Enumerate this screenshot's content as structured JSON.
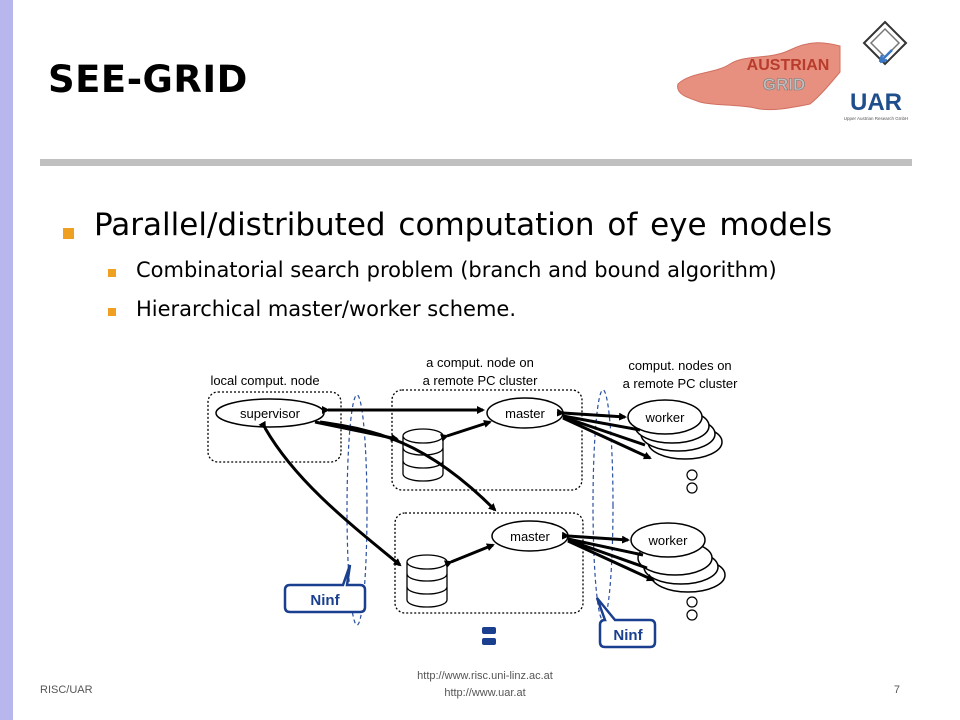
{
  "slide": {
    "title": "SEE-GRID",
    "bullets": [
      "Parallel/distributed computation of eye models",
      "Combinatorial search problem (branch and bound algorithm)",
      "Hierarchical master/worker scheme."
    ],
    "footer": {
      "left": "RISC/UAR",
      "url1": "http://www.risc.uni-linz.ac.at",
      "url2": "http://www.uar.at",
      "page": "7"
    }
  },
  "logos": {
    "austrian_line1": "AUSTRIAN",
    "austrian_line2": "GRID",
    "uar_text": "UAR",
    "uar_caption": "Upper Austrian Research GmbH"
  },
  "diagram": {
    "local_label": "local comput. node",
    "remote_node_label_1": "a comput. node on",
    "remote_node_label_2": "a remote PC cluster",
    "nodes_label_1": "comput. nodes on",
    "nodes_label_2": "a remote PC cluster",
    "supervisor": "supervisor",
    "master": "master",
    "worker": "worker",
    "ninf": "Ninf"
  },
  "colors": {
    "accent_bar": "#b7b7ee",
    "bullet": "#f0a020",
    "ninf_blue": "#1a3f8f",
    "grid_red": "#c8503c"
  }
}
